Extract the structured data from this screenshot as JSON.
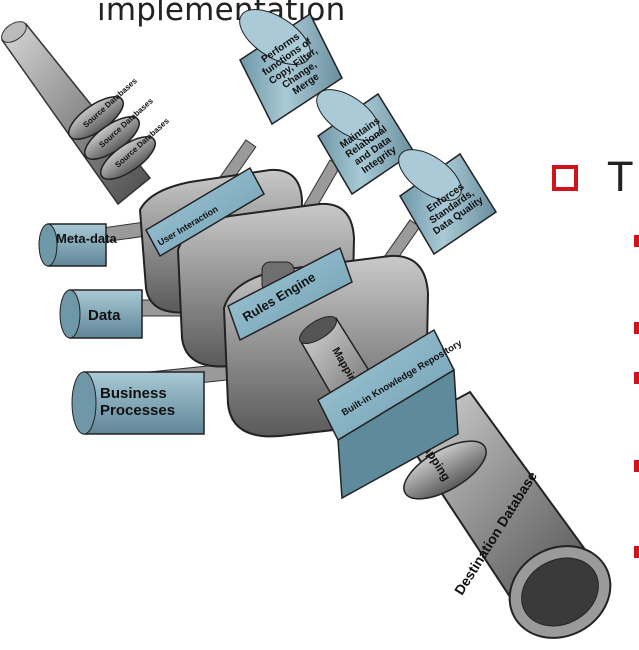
{
  "heading": "implementation",
  "right_partial_letter": "T",
  "cylinders": {
    "copy": "Performs functions of Copy, Filter, Change, Merge",
    "relational": "Maintains Relational and Data Integrity",
    "standards": "Enforces Standards, Data Quality",
    "metadata": "Meta-data",
    "data": "Data",
    "business": "Business Processes"
  },
  "stages": {
    "user_interaction": "User Interaction",
    "rules_engine": "Rules Engine",
    "knowledge": "Built-in Knowledge Repository",
    "mapping_inner": "Mapping",
    "mapping_outer": "Mapping",
    "destination": "Destination Database"
  },
  "source_rings": [
    "Source Databases",
    "Source Databases",
    "Source Databases"
  ],
  "colors": {
    "accent": "#d0121b",
    "cylinder": "#8fb4c4",
    "metal": "#9a9a9a",
    "box": "#7fb0c3"
  }
}
